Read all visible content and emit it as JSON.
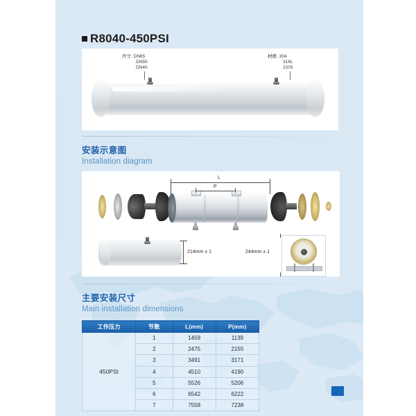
{
  "product": {
    "title": "R8040-450PSI",
    "size_label": "尺寸:",
    "sizes": [
      "DN65",
      "DN50",
      "DN40"
    ],
    "material_label": "材质:",
    "materials": [
      "304",
      "316L",
      "2205"
    ]
  },
  "sections": {
    "installation": {
      "cn": "安装示意图",
      "en": "Installation diagram"
    },
    "dimensions": {
      "cn": "主要安装尺寸",
      "en": "Main installation dimensions"
    }
  },
  "diagram": {
    "length_label": "L",
    "pitch_label": "P",
    "height_dim": "214mm ± 1",
    "width_dim": "244mm ± 1"
  },
  "table": {
    "headers": [
      "工作压力",
      "节数",
      "L(mm)",
      "P(mm)"
    ],
    "pressure": "450PSI",
    "rows": [
      {
        "sections": "1",
        "L": "1459",
        "P": "1139"
      },
      {
        "sections": "2",
        "L": "2475",
        "P": "2155"
      },
      {
        "sections": "3",
        "L": "3491",
        "P": "3171"
      },
      {
        "sections": "4",
        "L": "4510",
        "P": "4190"
      },
      {
        "sections": "5",
        "L": "5526",
        "P": "5206"
      },
      {
        "sections": "6",
        "L": "6542",
        "P": "6222"
      },
      {
        "sections": "7",
        "L": "7558",
        "P": "7238"
      }
    ]
  },
  "colors": {
    "accent_blue": "#1f62ab",
    "header_blue": "#1a5fa8",
    "page_blue": "#dbe9f5",
    "marker_blue": "#1565b8"
  }
}
